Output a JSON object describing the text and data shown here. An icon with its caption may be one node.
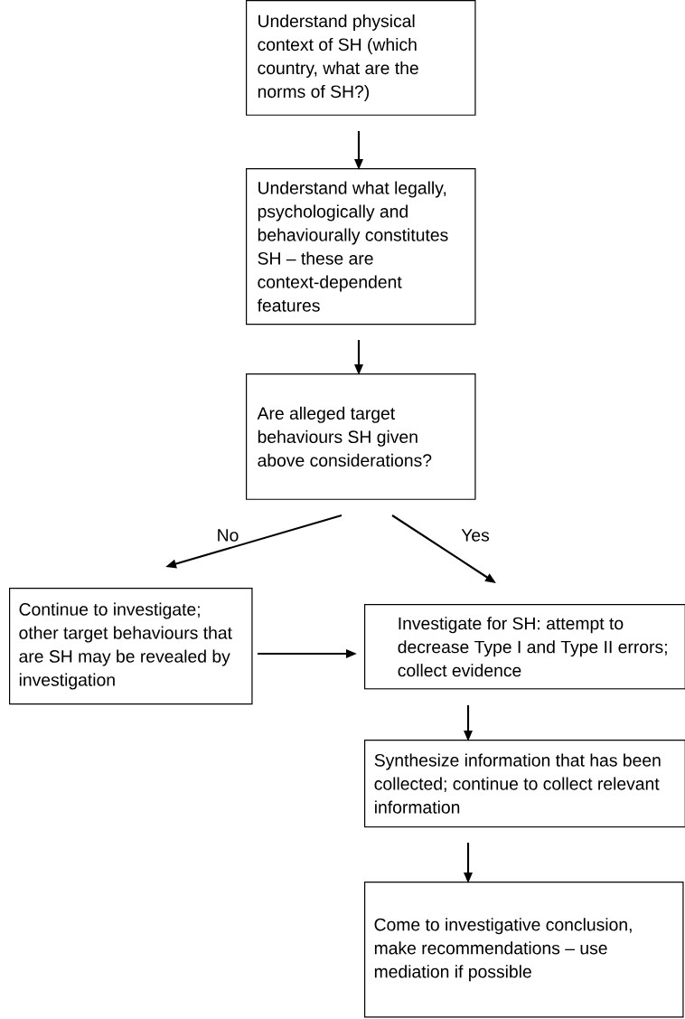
{
  "diagram": {
    "nodes": [
      {
        "text": [
          "Understand physical context of SH (which country, what are the norms of SH?)"
        ]
      },
      {
        "text": [
          "Understand what legally, psychologically and behaviourally constitutes SH – these are context-dependent features"
        ]
      },
      {
        "text": [
          "Are alleged target behaviours SH given above considerations?"
        ]
      },
      {
        "text": [
          "Continue to investigate; other target behaviours that are SH may be revealed by investigation"
        ]
      },
      {
        "text": [
          "Investigate for SH: attempt to decrease Type I and Type II errors; collect evidence"
        ]
      },
      {
        "text": [
          "Synthesize information that has been collected; continue to collect relevant information"
        ]
      },
      {
        "text": [
          "Come to investigative conclusion, make recommendations – use mediation if possible"
        ]
      }
    ],
    "edges": [
      {
        "from": 0,
        "to": 1,
        "arrow": "to"
      },
      {
        "from": 1,
        "to": 2,
        "arrow": "to"
      },
      {
        "from": 2,
        "to": 3,
        "arrow": "to",
        "label": "No"
      },
      {
        "from": 2,
        "to": 4,
        "arrow": "to",
        "label": "Yes"
      },
      {
        "from": 3,
        "to": 4,
        "arrow": "to"
      },
      {
        "from": 4,
        "to": 5,
        "arrow": "to"
      },
      {
        "from": 5,
        "to": 6,
        "arrow": "to"
      }
    ]
  }
}
